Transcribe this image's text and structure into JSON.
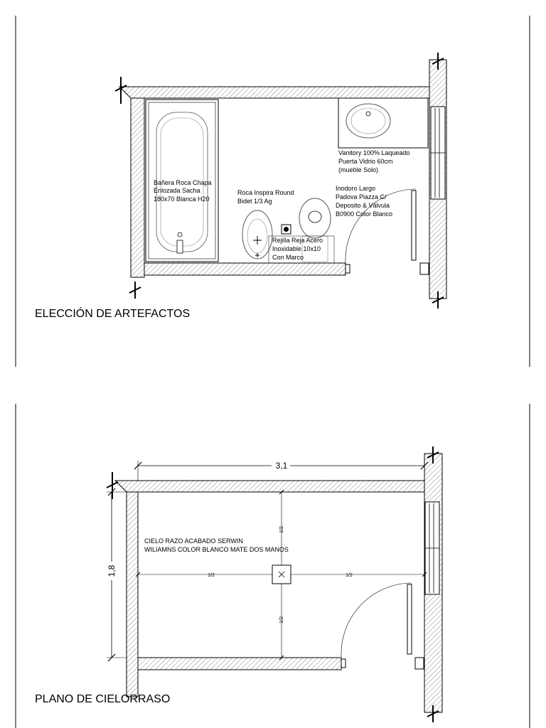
{
  "sheet1": {
    "title": "ELECCIÓN DE ARTEFACTOS",
    "bathtub_label": [
      "Bañera Roca Chapa",
      "Enlozada Sacha",
      "180x70 Blanca H20"
    ],
    "bidet_label": [
      "Roca Inspira Round",
      "Bidet 1/3 Ag"
    ],
    "vanity_label": [
      "Vanitory 100% Laqueado",
      "Puerta Vidrio 60cm",
      "(mueble Solo)"
    ],
    "toilet_label": [
      "Inodoro Largo",
      "Padova Piazza C/",
      "Deposito & Válvula",
      "B0900 Color Blanco"
    ],
    "grate_label": [
      "Rejilla Reja Acero",
      "Inoxidable 10x10",
      "Con Marco"
    ]
  },
  "sheet2": {
    "title": "PLANO DE CIELORRASO",
    "ceiling_note": [
      "CIELO RAZO ACABADO SERWIN",
      "WILIAMNS COLOR BLANCO MATE DOS MANOS"
    ],
    "dim_width": "3,1",
    "dim_height": "1,8",
    "half_left": "1/2",
    "half_right": "1/2",
    "half_top": "1/2",
    "half_bottom": "1/2"
  },
  "colors": {
    "line": "#000000",
    "hatch": "#555555",
    "background": "#ffffff"
  }
}
